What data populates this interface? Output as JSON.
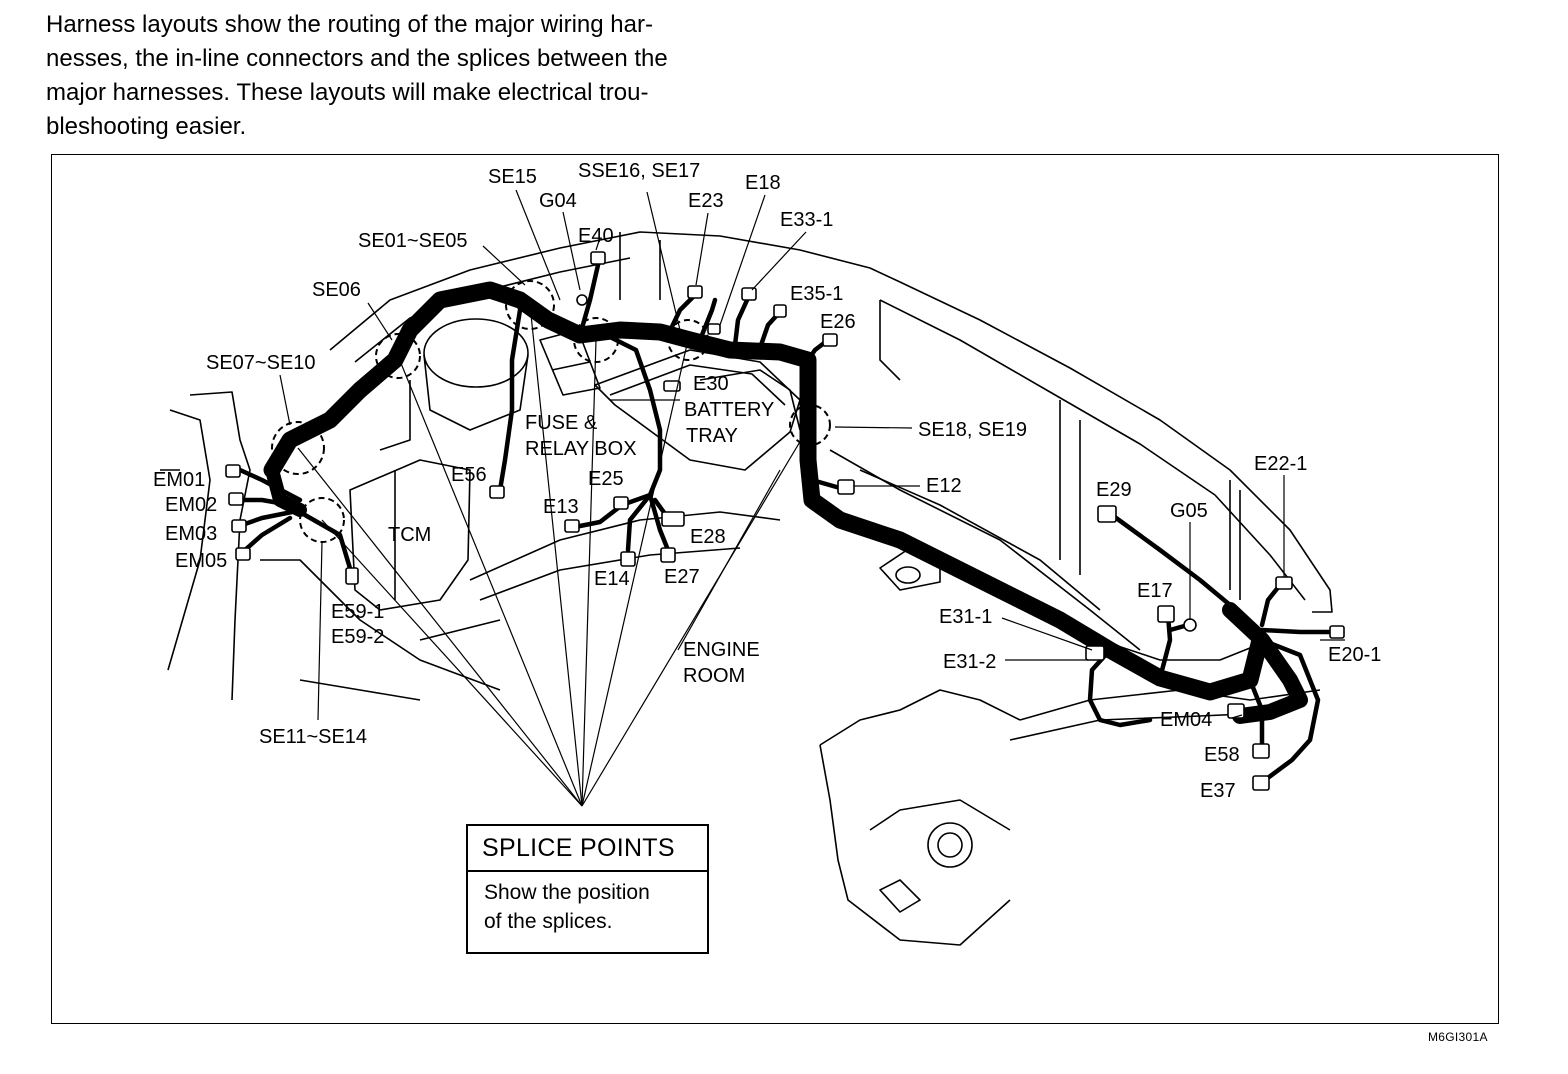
{
  "intro_text": "Harness layouts show the routing of the major wiring har-\nnesses, the in-line connectors and the splices between the\nmajor harnesses.  These layouts will make electrical trou-\nbleshooting easier.",
  "labels": {
    "se15": "SE15",
    "sse16": "SSE16, SE17",
    "e18": "E18",
    "g04": "G04",
    "e23": "E23",
    "e33_1": "E33-1",
    "se01": "SE01~SE05",
    "e40": "E40",
    "se06": "SE06",
    "e35_1": "E35-1",
    "e26": "E26",
    "se07": "SE07~SE10",
    "e30": "E30",
    "battery": "BATTERY",
    "tray": "TRAY",
    "fuse": "FUSE &",
    "relay": "RELAY BOX",
    "se18": "SE18, SE19",
    "em01": "EM01",
    "em02": "EM02",
    "em03": "EM03",
    "em05": "EM05",
    "e56": "E56",
    "e25": "E25",
    "e13": "E13",
    "e12": "E12",
    "e22_1": "E22-1",
    "e29": "E29",
    "g05": "G05",
    "tcm": "TCM",
    "e28": "E28",
    "e14": "E14",
    "e27": "E27",
    "e59_1": "E59-1",
    "e59_2": "E59-2",
    "e17": "E17",
    "e31_1": "E31-1",
    "e31_2": "E31-2",
    "e20_1": "E20-1",
    "engine": "ENGINE",
    "room": "ROOM",
    "se11": "SE11~SE14",
    "em04": "EM04",
    "e58": "E58",
    "e37": "E37"
  },
  "splice_points": {
    "title": "SPLICE POINTS",
    "description": "Show the position\nof the splices."
  },
  "figure_code": "M6GI301A"
}
